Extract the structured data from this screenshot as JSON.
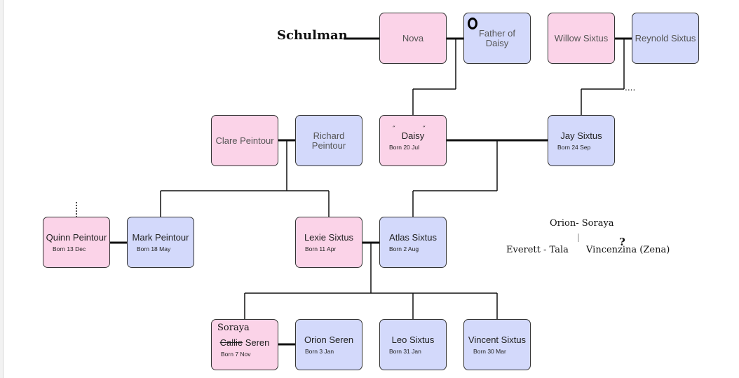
{
  "annotations": {
    "schulman": "Schulman",
    "orion_soraya": "Orion- Soraya",
    "everett_tala": "Everett - Tala",
    "vincenzina": "Vincenzina (Zena)",
    "soraya": "Soraya",
    "question_mark": "?",
    "dots": "...."
  },
  "people": {
    "nova": {
      "name": "Nova"
    },
    "father_of_daisy": {
      "name_line1": "Father of",
      "name_line2": "Daisy"
    },
    "willow": {
      "name": "Willow Sixtus"
    },
    "reynold": {
      "name": "Reynold Sixtus"
    },
    "clare": {
      "name": "Clare Peintour"
    },
    "richard": {
      "name_line1": "Richard",
      "name_line2": "Peintour"
    },
    "daisy": {
      "name": "Daisy",
      "born": "Born 20 Jul"
    },
    "jay": {
      "name": "Jay Sixtus",
      "born": "Born 24 Sep"
    },
    "quinn": {
      "name": "Quinn Peintour",
      "born": "Born 13 Dec"
    },
    "mark": {
      "name": "Mark Peintour",
      "born": "Born 18 May"
    },
    "lexie": {
      "name": "Lexie Sixtus",
      "born": "Born 11 Apr"
    },
    "atlas": {
      "name": "Atlas Sixtus",
      "born": "Born 2 Aug"
    },
    "callie": {
      "name_struck": "Callie",
      "name_rest": " Seren",
      "born": "Born 7 Nov"
    },
    "orion": {
      "name": "Orion Seren",
      "born": "Born 3 Jan"
    },
    "leo": {
      "name": "Leo Sixtus",
      "born": "Born 31 Jan"
    },
    "vincent": {
      "name": "Vincent Sixtus",
      "born": "Born 30 Mar"
    }
  },
  "colors": {
    "female": "#fbd3e8",
    "male": "#d3d9fb",
    "border": "#333333"
  }
}
